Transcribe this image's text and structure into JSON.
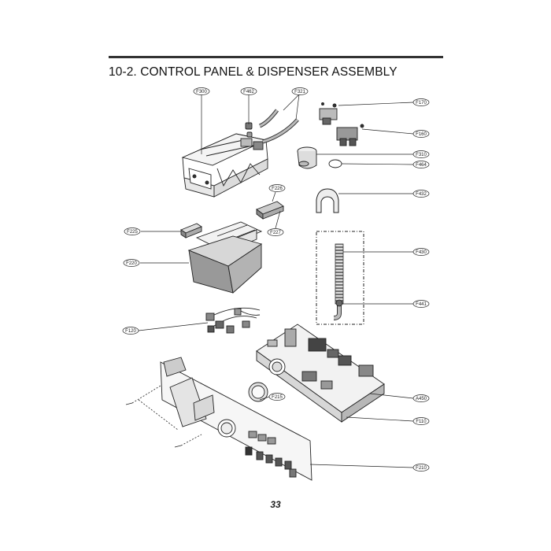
{
  "title": "10-2.  CONTROL PANEL & DISPENSER ASSEMBLY",
  "page_number": "33",
  "callouts": {
    "F300": "F300",
    "F462": "F462",
    "F321": "F321",
    "F170": "F170",
    "F160": "F160",
    "F310": "F310",
    "F464": "F464",
    "F226": "F226",
    "F432": "F432",
    "F225": "F225",
    "F227": "F227",
    "F220": "F220",
    "F430": "F430",
    "F441": "F441",
    "F120": "F120",
    "F215": "F215",
    "A450": "A450",
    "F110": "F110",
    "F210": "F210"
  }
}
